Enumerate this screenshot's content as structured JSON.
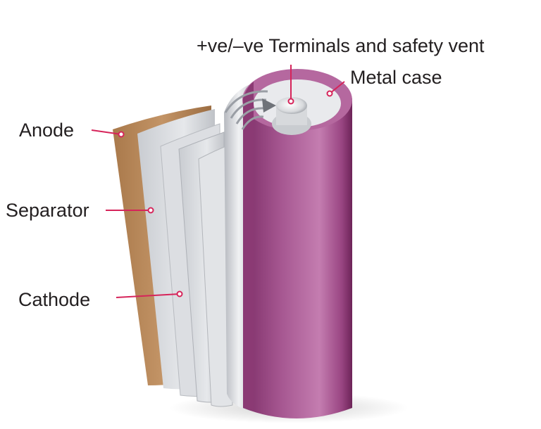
{
  "labels": {
    "terminals": "+ve/–ve Terminals and safety vent",
    "metal_case": "Metal case",
    "anode": "Anode",
    "separator": "Separator",
    "cathode": "Cathode"
  },
  "colors": {
    "leader": "#d6245a",
    "case": "#a04a86",
    "anode": "#b8885a",
    "separator": "#d6d8dc",
    "text": "#231f20"
  }
}
